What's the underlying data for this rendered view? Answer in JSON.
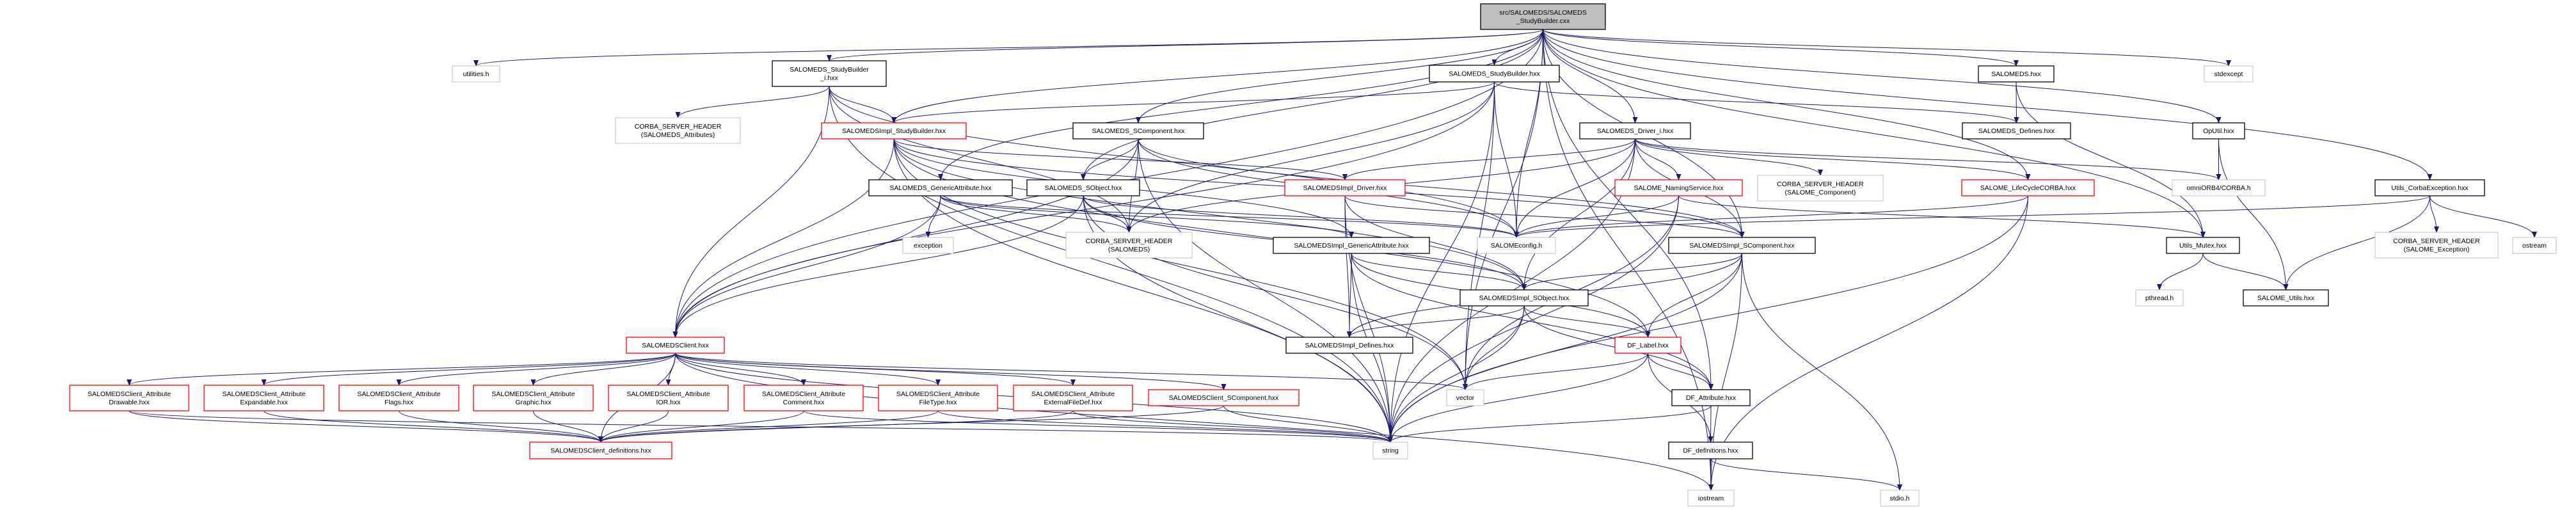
{
  "graph": {
    "colors": {
      "edge": "#191970",
      "root_fill": "#bfbfbf",
      "documented_border": "#000000",
      "undocumented_border": "#bfbfbf",
      "truncated_border": "#ff0000"
    },
    "nodes": [
      {
        "id": "root",
        "lines": [
          "src/SALOMEDS/SALOMEDS",
          "_StudyBuilder.cxx"
        ],
        "kind": "root"
      },
      {
        "id": "utilities_h",
        "lines": [
          "utilities.h"
        ],
        "kind": "external"
      },
      {
        "id": "sb_i",
        "lines": [
          "SALOMEDS_StudyBuilder",
          "_i.hxx"
        ],
        "kind": "documented"
      },
      {
        "id": "corba_attr",
        "lines": [
          "CORBA_SERVER_HEADER",
          "(SALOMEDS_Attributes)"
        ],
        "kind": "external"
      },
      {
        "id": "impl_sb",
        "lines": [
          "SALOMEDSImpl_StudyBuilder.hxx"
        ],
        "kind": "truncated"
      },
      {
        "id": "scomp",
        "lines": [
          "SALOMEDS_SComponent.hxx"
        ],
        "kind": "documented"
      },
      {
        "id": "genattr",
        "lines": [
          "SALOMEDS_GenericAttribute.hxx"
        ],
        "kind": "documented"
      },
      {
        "id": "sobj",
        "lines": [
          "SALOMEDS_SObject.hxx"
        ],
        "kind": "documented"
      },
      {
        "id": "exception",
        "lines": [
          "exception"
        ],
        "kind": "external"
      },
      {
        "id": "corba_salomeds",
        "lines": [
          "CORBA_SERVER_HEADER",
          "(SALOMEDS)"
        ],
        "kind": "external"
      },
      {
        "id": "sb_hxx",
        "lines": [
          "SALOMEDS_StudyBuilder.hxx"
        ],
        "kind": "documented"
      },
      {
        "id": "driver_i",
        "lines": [
          "SALOMEDS_Driver_i.hxx"
        ],
        "kind": "documented"
      },
      {
        "id": "impl_driver",
        "lines": [
          "SALOMEDSImpl_Driver.hxx"
        ],
        "kind": "truncated"
      },
      {
        "id": "naming",
        "lines": [
          "SALOME_NamingService.hxx"
        ],
        "kind": "truncated"
      },
      {
        "id": "corba_comp",
        "lines": [
          "CORBA_SERVER_HEADER",
          "(SALOME_Component)"
        ],
        "kind": "external"
      },
      {
        "id": "impl_genattr",
        "lines": [
          "SALOMEDSImpl_GenericAttribute.hxx"
        ],
        "kind": "documented"
      },
      {
        "id": "salomeconfig",
        "lines": [
          "SALOMEconfig.h"
        ],
        "kind": "external"
      },
      {
        "id": "impl_scomp",
        "lines": [
          "SALOMEDSImpl_SComponent.hxx"
        ],
        "kind": "documented"
      },
      {
        "id": "impl_sobj",
        "lines": [
          "SALOMEDSImpl_SObject.hxx"
        ],
        "kind": "documented"
      },
      {
        "id": "impl_defines",
        "lines": [
          "SALOMEDSImpl_Defines.hxx"
        ],
        "kind": "documented"
      },
      {
        "id": "df_label",
        "lines": [
          "DF_Label.hxx"
        ],
        "kind": "truncated"
      },
      {
        "id": "vector",
        "lines": [
          "vector"
        ],
        "kind": "external"
      },
      {
        "id": "df_attribute",
        "lines": [
          "DF_Attribute.hxx"
        ],
        "kind": "documented"
      },
      {
        "id": "string",
        "lines": [
          "string"
        ],
        "kind": "external"
      },
      {
        "id": "df_defs",
        "lines": [
          "DF_definitions.hxx"
        ],
        "kind": "documented"
      },
      {
        "id": "iostream",
        "lines": [
          "iostream"
        ],
        "kind": "external"
      },
      {
        "id": "stdio",
        "lines": [
          "stdio.h"
        ],
        "kind": "external"
      },
      {
        "id": "salomeds_hxx",
        "lines": [
          "SALOMEDS.hxx"
        ],
        "kind": "documented"
      },
      {
        "id": "stdexcept",
        "lines": [
          "stdexcept"
        ],
        "kind": "external"
      },
      {
        "id": "salomeds_defines",
        "lines": [
          "SALOMEDS_Defines.hxx"
        ],
        "kind": "documented"
      },
      {
        "id": "oputil",
        "lines": [
          "OpUtil.hxx"
        ],
        "kind": "documented"
      },
      {
        "id": "lifecycle",
        "lines": [
          "SALOME_LifeCycleCORBA.hxx"
        ],
        "kind": "truncated"
      },
      {
        "id": "omniorb",
        "lines": [
          "omniORB4/CORBA.h"
        ],
        "kind": "external"
      },
      {
        "id": "utils_corbaexc",
        "lines": [
          "Utils_CorbaException.hxx"
        ],
        "kind": "documented"
      },
      {
        "id": "utils_mutex",
        "lines": [
          "Utils_Mutex.hxx"
        ],
        "kind": "documented"
      },
      {
        "id": "corba_exc",
        "lines": [
          "CORBA_SERVER_HEADER",
          "(SALOME_Exception)"
        ],
        "kind": "external"
      },
      {
        "id": "ostream",
        "lines": [
          "ostream"
        ],
        "kind": "external"
      },
      {
        "id": "pthread",
        "lines": [
          "pthread.h"
        ],
        "kind": "external"
      },
      {
        "id": "salome_utils",
        "lines": [
          "SALOME_Utils.hxx"
        ],
        "kind": "documented"
      },
      {
        "id": "client",
        "lines": [
          "SALOMEDSClient.hxx"
        ],
        "kind": "truncated"
      },
      {
        "id": "attr_drawable",
        "lines": [
          "SALOMEDSClient_Attribute",
          "Drawable.hxx"
        ],
        "kind": "truncated"
      },
      {
        "id": "attr_expandable",
        "lines": [
          "SALOMEDSClient_Attribute",
          "Expandable.hxx"
        ],
        "kind": "truncated"
      },
      {
        "id": "attr_flags",
        "lines": [
          "SALOMEDSClient_Attribute",
          "Flags.hxx"
        ],
        "kind": "truncated"
      },
      {
        "id": "attr_graphic",
        "lines": [
          "SALOMEDSClient_Attribute",
          "Graphic.hxx"
        ],
        "kind": "truncated"
      },
      {
        "id": "attr_ior",
        "lines": [
          "SALOMEDSClient_Attribute",
          "IOR.hxx"
        ],
        "kind": "truncated"
      },
      {
        "id": "attr_comment",
        "lines": [
          "SALOMEDSClient_Attribute",
          "Comment.hxx"
        ],
        "kind": "truncated"
      },
      {
        "id": "attr_filetype",
        "lines": [
          "SALOMEDSClient_Attribute",
          "FileType.hxx"
        ],
        "kind": "truncated"
      },
      {
        "id": "attr_extfile",
        "lines": [
          "SALOMEDSClient_Attribute",
          "ExternalFileDef.hxx"
        ],
        "kind": "truncated"
      },
      {
        "id": "client_scomp",
        "lines": [
          "SALOMEDSClient_SComponent.hxx"
        ],
        "kind": "truncated"
      },
      {
        "id": "client_defs",
        "lines": [
          "SALOMEDSClient_definitions.hxx"
        ],
        "kind": "truncated"
      }
    ],
    "edges": [
      [
        "root",
        "utilities_h"
      ],
      [
        "root",
        "sb_i"
      ],
      [
        "root",
        "sb_hxx"
      ],
      [
        "root",
        "driver_i"
      ],
      [
        "root",
        "salomeds_hxx"
      ],
      [
        "root",
        "stdexcept"
      ],
      [
        "root",
        "oputil"
      ],
      [
        "root",
        "utils_corbaexc"
      ],
      [
        "root",
        "impl_sb"
      ],
      [
        "root",
        "scomp"
      ],
      [
        "root",
        "genattr"
      ],
      [
        "root",
        "sobj"
      ],
      [
        "root",
        "salomeconfig"
      ],
      [
        "root",
        "client"
      ],
      [
        "root",
        "iostream"
      ],
      [
        "root",
        "impl_scomp"
      ],
      [
        "root",
        "df_attribute"
      ],
      [
        "root",
        "lifecycle"
      ],
      [
        "root",
        "utils_mutex"
      ],
      [
        "root",
        "vector"
      ],
      [
        "sb_i",
        "corba_attr"
      ],
      [
        "sb_i",
        "impl_sb"
      ],
      [
        "sb_i",
        "salomeconfig"
      ],
      [
        "sb_i",
        "corba_salomeds"
      ],
      [
        "sb_i",
        "client"
      ],
      [
        "sb_i",
        "string"
      ],
      [
        "sb_hxx",
        "client"
      ],
      [
        "sb_hxx",
        "impl_sb"
      ],
      [
        "sb_hxx",
        "salomeconfig"
      ],
      [
        "sb_hxx",
        "corba_salomeds"
      ],
      [
        "sb_hxx",
        "salomeds_defines"
      ],
      [
        "sb_hxx",
        "string"
      ],
      [
        "sb_hxx",
        "vector"
      ],
      [
        "driver_i",
        "impl_driver"
      ],
      [
        "driver_i",
        "naming"
      ],
      [
        "driver_i",
        "corba_comp"
      ],
      [
        "driver_i",
        "salomeconfig"
      ],
      [
        "driver_i",
        "impl_sobj"
      ],
      [
        "driver_i",
        "impl_scomp"
      ],
      [
        "driver_i",
        "lifecycle"
      ],
      [
        "driver_i",
        "omniorb"
      ],
      [
        "driver_i",
        "corba_salomeds"
      ],
      [
        "driver_i",
        "string"
      ],
      [
        "salomeds_hxx",
        "salomeds_defines"
      ],
      [
        "salomeds_hxx",
        "utils_mutex"
      ],
      [
        "oputil",
        "omniorb"
      ],
      [
        "oputil",
        "salome_utils"
      ],
      [
        "utils_corbaexc",
        "corba_exc"
      ],
      [
        "utils_corbaexc",
        "ostream"
      ],
      [
        "utils_corbaexc",
        "salome_utils"
      ],
      [
        "utils_corbaexc",
        "salomeconfig"
      ],
      [
        "utils_mutex",
        "pthread"
      ],
      [
        "utils_mutex",
        "salome_utils"
      ],
      [
        "impl_sb",
        "impl_driver"
      ],
      [
        "impl_sb",
        "impl_genattr"
      ],
      [
        "impl_sb",
        "impl_sobj"
      ],
      [
        "impl_sb",
        "impl_scomp"
      ],
      [
        "impl_sb",
        "df_label"
      ],
      [
        "impl_sb",
        "string"
      ],
      [
        "impl_sb",
        "vector"
      ],
      [
        "impl_sb",
        "client"
      ],
      [
        "scomp",
        "sobj"
      ],
      [
        "scomp",
        "client"
      ],
      [
        "scomp",
        "salomeconfig"
      ],
      [
        "scomp",
        "corba_salomeds"
      ],
      [
        "scomp",
        "impl_scomp"
      ],
      [
        "scomp",
        "string"
      ],
      [
        "genattr",
        "exception"
      ],
      [
        "genattr",
        "client"
      ],
      [
        "genattr",
        "corba_salomeds"
      ],
      [
        "genattr",
        "salomeconfig"
      ],
      [
        "genattr",
        "impl_genattr"
      ],
      [
        "sobj",
        "client"
      ],
      [
        "sobj",
        "corba_salomeds"
      ],
      [
        "sobj",
        "salomeconfig"
      ],
      [
        "sobj",
        "impl_sobj"
      ],
      [
        "sobj",
        "string"
      ],
      [
        "sobj",
        "vector"
      ],
      [
        "impl_driver",
        "impl_scomp"
      ],
      [
        "impl_driver",
        "impl_sobj"
      ],
      [
        "impl_driver",
        "impl_defines"
      ],
      [
        "impl_driver",
        "string"
      ],
      [
        "naming",
        "salomeconfig"
      ],
      [
        "naming",
        "utils_mutex"
      ],
      [
        "naming",
        "vector"
      ],
      [
        "naming",
        "string"
      ],
      [
        "lifecycle",
        "salomeconfig"
      ],
      [
        "lifecycle",
        "string"
      ],
      [
        "lifecycle",
        "iostream"
      ],
      [
        "impl_genattr",
        "impl_defines"
      ],
      [
        "impl_genattr",
        "impl_sobj"
      ],
      [
        "impl_genattr",
        "df_label"
      ],
      [
        "impl_genattr",
        "df_attribute"
      ],
      [
        "impl_genattr",
        "string"
      ],
      [
        "impl_scomp",
        "impl_sobj"
      ],
      [
        "impl_scomp",
        "impl_defines"
      ],
      [
        "impl_scomp",
        "df_label"
      ],
      [
        "impl_scomp",
        "string"
      ],
      [
        "impl_scomp",
        "iostream"
      ],
      [
        "impl_scomp",
        "stdio"
      ],
      [
        "impl_sobj",
        "impl_defines"
      ],
      [
        "impl_sobj",
        "df_label"
      ],
      [
        "impl_sobj",
        "df_attribute"
      ],
      [
        "impl_sobj",
        "vector"
      ],
      [
        "impl_sobj",
        "string"
      ],
      [
        "df_label",
        "vector"
      ],
      [
        "df_label",
        "df_attribute"
      ],
      [
        "df_label",
        "df_defs"
      ],
      [
        "df_label",
        "string"
      ],
      [
        "df_attribute",
        "df_defs"
      ],
      [
        "df_attribute",
        "string"
      ],
      [
        "df_defs",
        "iostream"
      ],
      [
        "df_defs",
        "stdio"
      ],
      [
        "client",
        "attr_drawable"
      ],
      [
        "client",
        "attr_expandable"
      ],
      [
        "client",
        "attr_flags"
      ],
      [
        "client",
        "attr_graphic"
      ],
      [
        "client",
        "attr_ior"
      ],
      [
        "client",
        "attr_comment"
      ],
      [
        "client",
        "attr_filetype"
      ],
      [
        "client",
        "attr_extfile"
      ],
      [
        "client",
        "client_scomp"
      ],
      [
        "client",
        "client_defs"
      ],
      [
        "client",
        "string"
      ],
      [
        "client",
        "vector"
      ],
      [
        "client",
        "iostream"
      ],
      [
        "attr_drawable",
        "client_defs"
      ],
      [
        "attr_expandable",
        "client_defs"
      ],
      [
        "attr_flags",
        "client_defs"
      ],
      [
        "attr_graphic",
        "client_defs"
      ],
      [
        "attr_ior",
        "client_defs"
      ],
      [
        "attr_comment",
        "client_defs"
      ],
      [
        "attr_filetype",
        "client_defs"
      ],
      [
        "attr_extfile",
        "client_defs"
      ],
      [
        "client_scomp",
        "client_defs"
      ],
      [
        "attr_drawable",
        "string"
      ],
      [
        "attr_comment",
        "string"
      ],
      [
        "attr_filetype",
        "string"
      ],
      [
        "attr_extfile",
        "string"
      ],
      [
        "client_scomp",
        "string"
      ]
    ]
  }
}
